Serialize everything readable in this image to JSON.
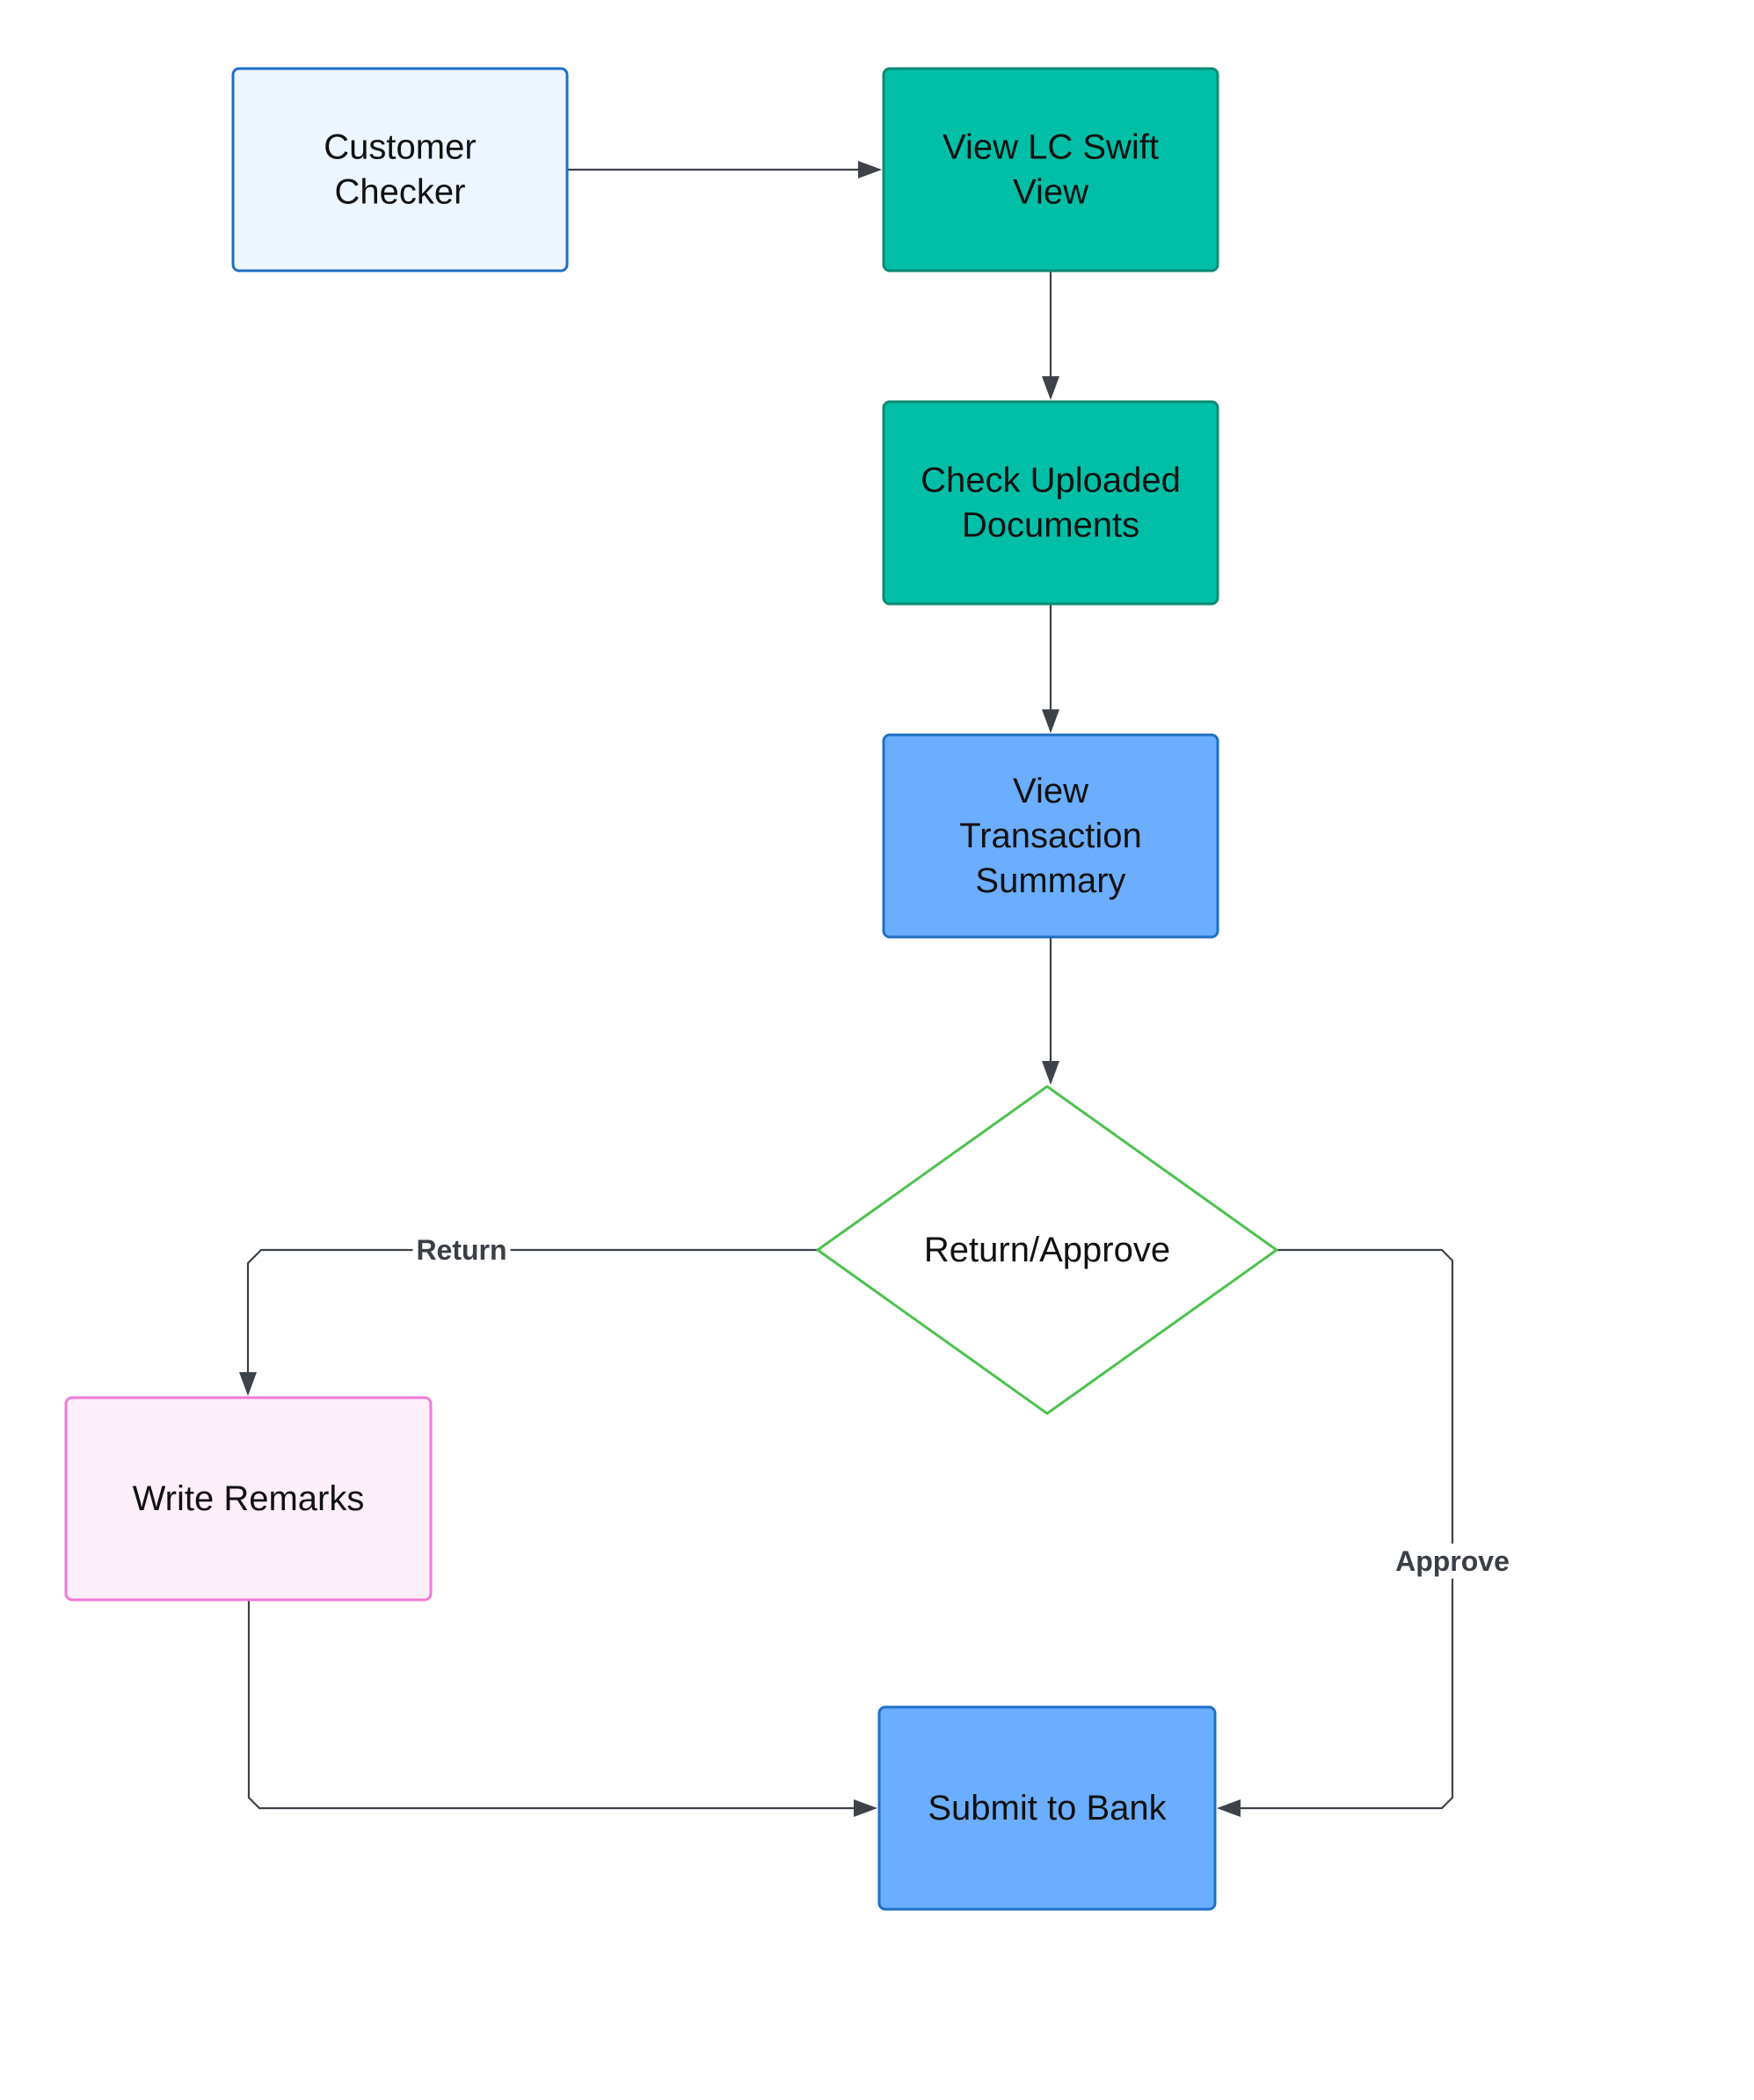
{
  "diagram": {
    "type": "flowchart",
    "nodes": {
      "customer_checker": {
        "shape": "rectangle",
        "lines": [
          "Customer",
          "Checker"
        ],
        "fill": "#EDF5FF",
        "stroke": "#1F6FC5"
      },
      "view_lc_swift": {
        "shape": "rectangle",
        "lines": [
          "View LC Swift",
          "View"
        ],
        "fill": "#00BFA6",
        "stroke": "#0E8A73"
      },
      "check_uploaded": {
        "shape": "rectangle",
        "lines": [
          "Check Uploaded",
          "Documents"
        ],
        "fill": "#00BFA6",
        "stroke": "#0E8A73"
      },
      "view_transaction": {
        "shape": "rectangle",
        "lines": [
          "View",
          "Transaction",
          "Summary"
        ],
        "fill": "#6BAEFF",
        "stroke": "#1F6FC5"
      },
      "decision": {
        "shape": "diamond",
        "lines": [
          "Return/Approve"
        ],
        "fill": "#FFFFFF",
        "stroke": "#4CC24F"
      },
      "write_remarks": {
        "shape": "rectangle",
        "lines": [
          "Write Remarks"
        ],
        "fill": "#FDEFF9",
        "stroke": "#F07AD8"
      },
      "submit_bank": {
        "shape": "rectangle",
        "lines": [
          "Submit to Bank"
        ],
        "fill": "#6BAEFF",
        "stroke": "#1F6FC5"
      }
    },
    "edges": [
      {
        "from": "customer_checker",
        "to": "view_lc_swift",
        "label": ""
      },
      {
        "from": "view_lc_swift",
        "to": "check_uploaded",
        "label": ""
      },
      {
        "from": "check_uploaded",
        "to": "view_transaction",
        "label": ""
      },
      {
        "from": "view_transaction",
        "to": "decision",
        "label": ""
      },
      {
        "from": "decision",
        "to": "write_remarks",
        "label": "Return"
      },
      {
        "from": "decision",
        "to": "submit_bank",
        "label": "Approve"
      },
      {
        "from": "write_remarks",
        "to": "submit_bank",
        "label": ""
      }
    ],
    "edge_color": "#3D4249",
    "label_color": "#3A3F46"
  }
}
